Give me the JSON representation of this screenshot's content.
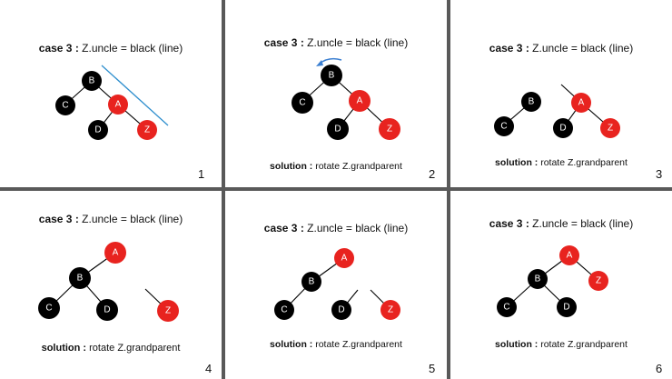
{
  "colors": {
    "red": "#e8231f",
    "black": "#000000",
    "annotation_line": "#2f8fce",
    "arrow": "#3b7fd1"
  },
  "panels": [
    {
      "heading_bold": "case 3 :",
      "heading_rest": " Z.uncle = black (line)",
      "solution_bold": "",
      "solution_rest": "",
      "number": "1"
    },
    {
      "heading_bold": "case 3 :",
      "heading_rest": " Z.uncle = black (line)",
      "solution_bold": "solution :",
      "solution_rest": " rotate Z.grandparent",
      "number": "2"
    },
    {
      "heading_bold": "case 3 :",
      "heading_rest": " Z.uncle = black (line)",
      "solution_bold": "solution :",
      "solution_rest": " rotate Z.grandparent",
      "number": "3"
    },
    {
      "heading_bold": "case 3 :",
      "heading_rest": " Z.uncle = black (line)",
      "solution_bold": "solution :",
      "solution_rest": " rotate Z.grandparent",
      "number": "4"
    },
    {
      "heading_bold": "case 3 :",
      "heading_rest": " Z.uncle = black (line)",
      "solution_bold": "solution :",
      "solution_rest": " rotate Z.grandparent",
      "number": "5"
    },
    {
      "heading_bold": "case 3 :",
      "heading_rest": " Z.uncle = black (line)",
      "solution_bold": "solution :",
      "solution_rest": " rotate Z.grandparent",
      "number": "6"
    }
  ],
  "nodes": {
    "B": {
      "label": "B",
      "color": "black"
    },
    "C": {
      "label": "C",
      "color": "black"
    },
    "A": {
      "label": "A",
      "color": "red"
    },
    "D": {
      "label": "D",
      "color": "black"
    },
    "Z": {
      "label": "Z",
      "color": "red"
    }
  }
}
